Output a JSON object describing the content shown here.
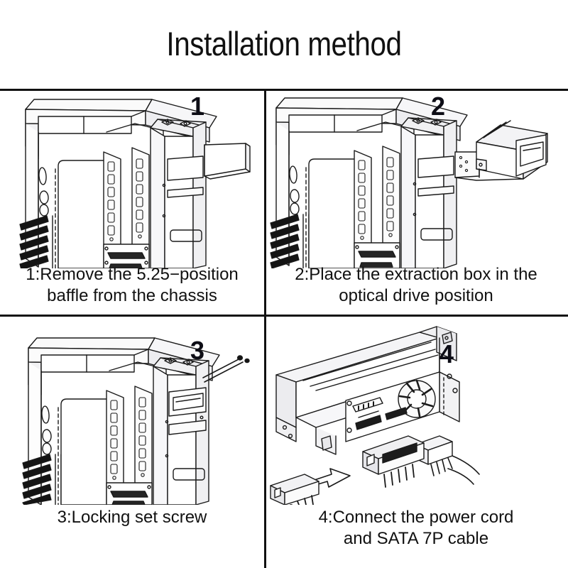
{
  "title": "Installation method",
  "panels": [
    {
      "number": "1",
      "caption": "1:Remove the 5.25−position\nbaffle from the chassis",
      "illustration": "pc-chassis-with-baffle-removal"
    },
    {
      "number": "2",
      "caption": "2:Place the extraction box in the\noptical drive position",
      "illustration": "pc-chassis-with-drive-caddy-insertion"
    },
    {
      "number": "3",
      "caption": "3:Locking set screw",
      "illustration": "pc-chassis-with-screw"
    },
    {
      "number": "4",
      "caption": "4:Connect the power cord\nand SATA 7P cable",
      "illustration": "drive-caddy-rear-with-sata-connectors"
    }
  ],
  "colors": {
    "ink": "#111111",
    "line": "#1a1a1a",
    "shade": "#e8e8ea",
    "background": "#ffffff"
  }
}
